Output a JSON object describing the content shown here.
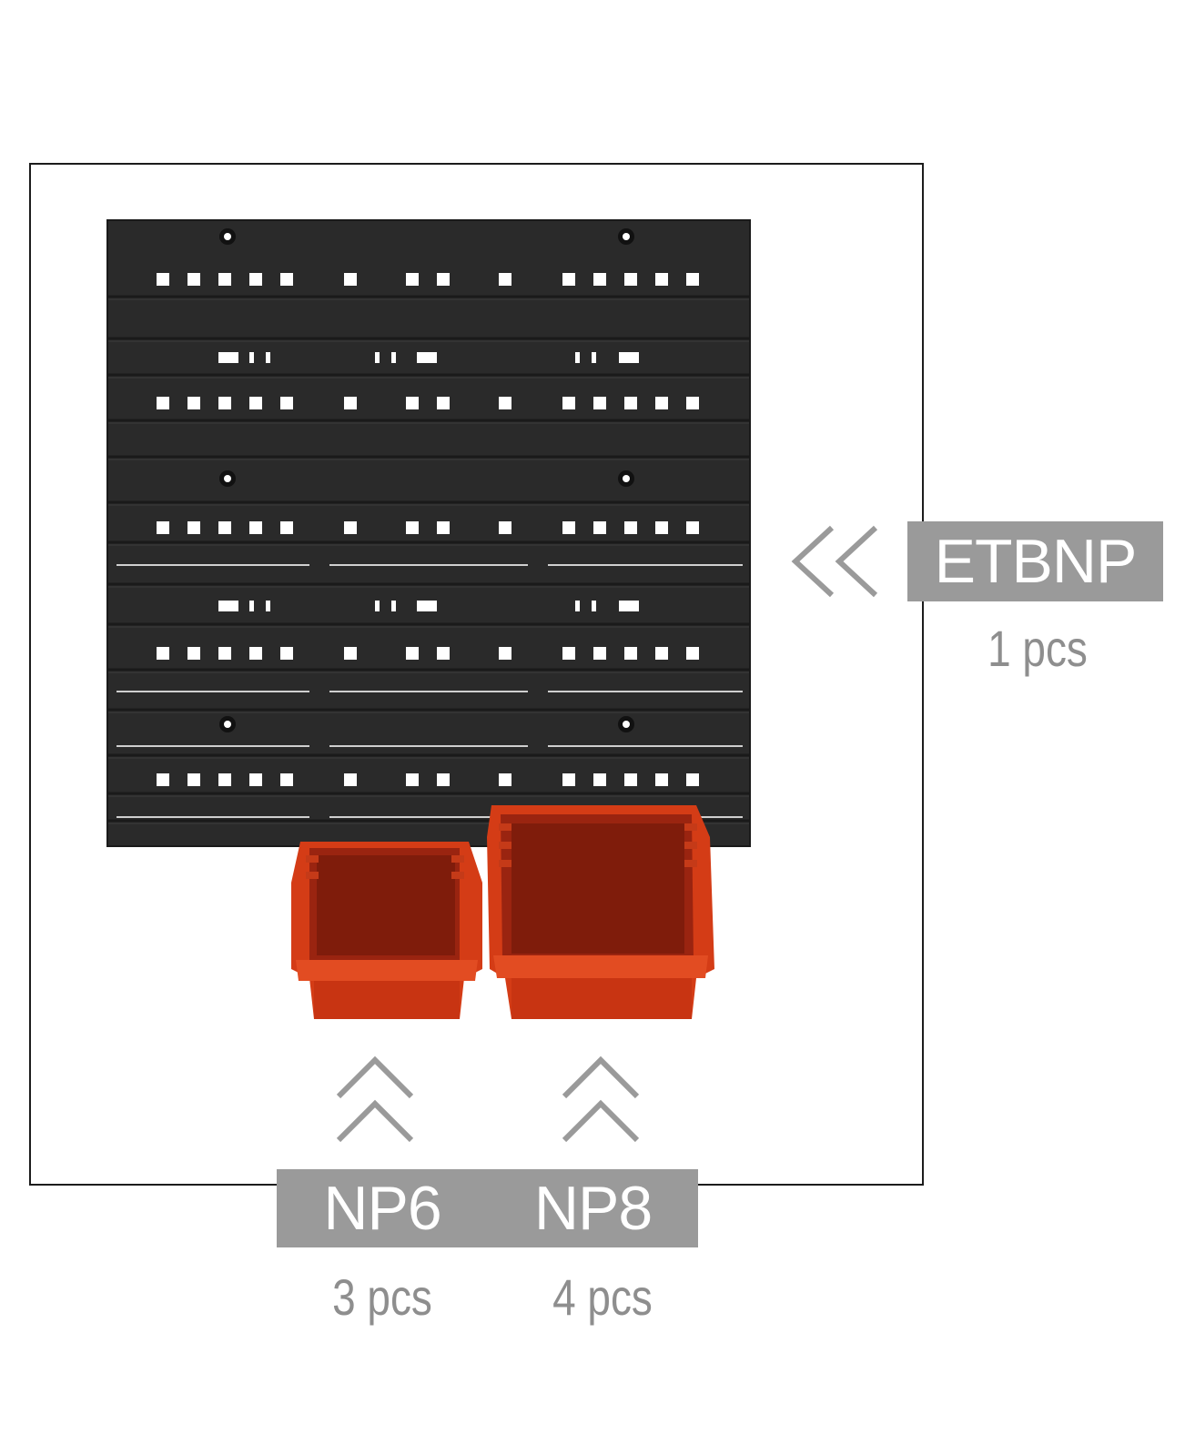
{
  "colors": {
    "board": "#2a2a2a",
    "board_line": "#3c3c3c",
    "bin_red": "#d23a14",
    "bin_dark": "#8c1e0c",
    "tag_gray": "#9a9a9a",
    "qty_gray": "#8e8e8e",
    "arrow_gray": "#9a9a9a"
  },
  "products": {
    "board": {
      "code": "ETBNP",
      "quantity": "1 pcs"
    },
    "bin_small": {
      "code": "NP6",
      "quantity": "3 pcs"
    },
    "bin_large": {
      "code": "NP8",
      "quantity": "4 pcs"
    }
  }
}
